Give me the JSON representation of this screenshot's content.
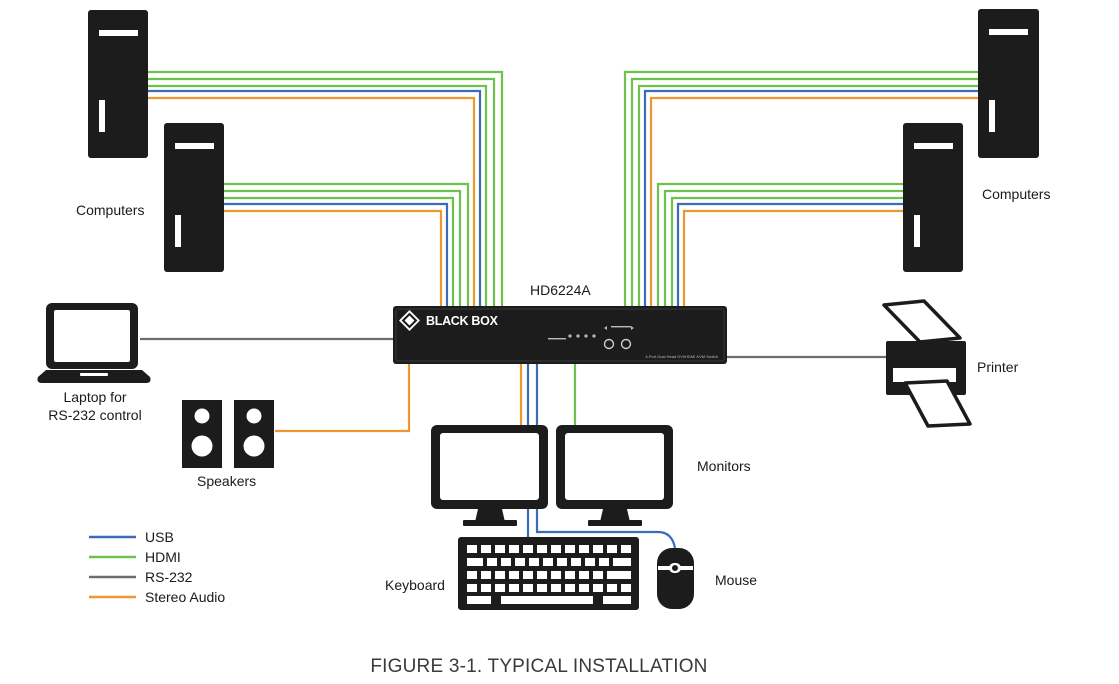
{
  "labels": {
    "computers_left": "Computers",
    "computers_right": "Computers",
    "switch_model": "HD6224A",
    "laptop_line1": "Laptop for",
    "laptop_line2": "RS-232 control",
    "speakers": "Speakers",
    "monitors": "Monitors",
    "keyboard": "Keyboard",
    "mouse": "Mouse",
    "printer": "Printer"
  },
  "switch": {
    "brand": "BLACK BOX",
    "panel_text": "4-Port Dual Head DVI/HDMI KVM Switch"
  },
  "legend": [
    {
      "label": "USB",
      "color": "#3a6db5"
    },
    {
      "label": "HDMI",
      "color": "#6cc24a"
    },
    {
      "label": "RS-232",
      "color": "#6d6d6d"
    },
    {
      "label": "Stereo Audio",
      "color": "#f0962e"
    }
  ],
  "caption": "FIGURE 3-1. TYPICAL INSTALLATION",
  "colors": {
    "usb": "#3a6db5",
    "hdmi": "#6cc24a",
    "rs232": "#6d6d6d",
    "audio": "#f0962e",
    "device": "#1c1c1c"
  }
}
